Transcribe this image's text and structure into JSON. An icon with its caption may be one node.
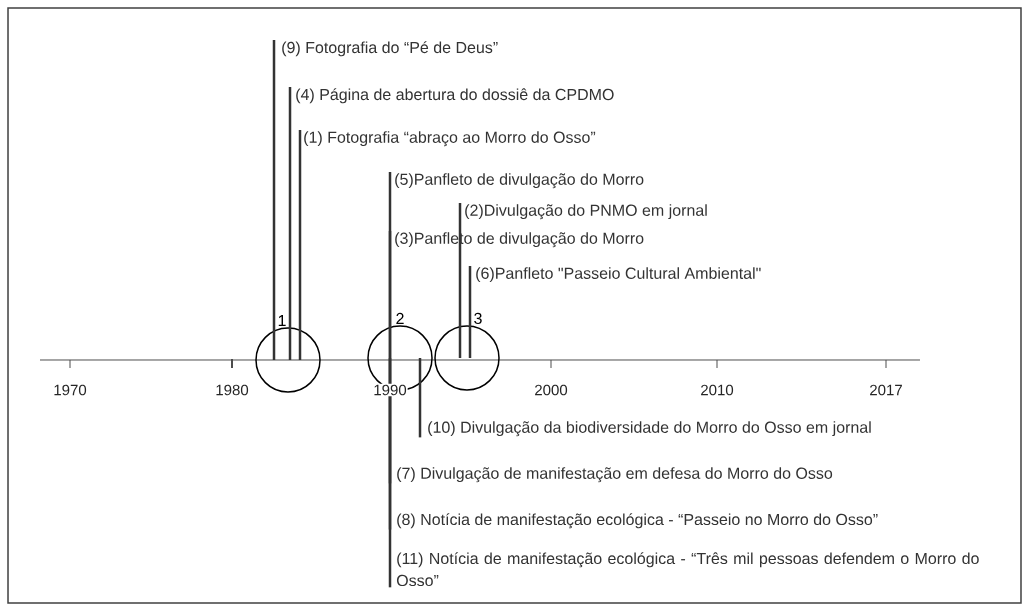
{
  "diagram": {
    "nodes": [
      {
        "text": [
          "(9) Fotografia do “Pé de Deus”"
        ]
      },
      {
        "text": [
          "(4) Página de abertura do dossiê  da CPDMO"
        ]
      },
      {
        "text": [
          "(1) Fotografia “abraço ao Morro do Osso”"
        ]
      },
      {
        "text": [
          "(5)Panfleto de divulgação do Morro"
        ]
      },
      {
        "text": [
          "(2)Divulgação do PNMO em jornal"
        ]
      },
      {
        "text": [
          "(3)Panfleto de divulgação do Morro"
        ]
      },
      {
        "text": [
          "(6)Panfleto \"Passeio Cultural Ambiental\""
        ]
      },
      {
        "text": [
          "1"
        ]
      },
      {
        "text": [
          "2"
        ]
      },
      {
        "text": [
          "3"
        ]
      },
      {
        "text": [
          "(10) Divulgação da biodiversidade do Morro do Osso em jornal"
        ]
      },
      {
        "text": [
          "(7) Divulgação de manifestação em defesa do Morro do Osso"
        ]
      },
      {
        "text": [
          "(8) Notícia de manifestação ecológica - “Passeio no Morro do Osso”"
        ]
      },
      {
        "text": [
          "(11) Notícia de manifestação ecológica - “Três mil pessoas defendem o Morro do Osso”"
        ]
      }
    ],
    "edges": [
      {
        "from": 0,
        "to": 7,
        "arrow": "none"
      },
      {
        "from": 1,
        "to": 7,
        "arrow": "none"
      },
      {
        "from": 2,
        "to": 7,
        "arrow": "none"
      },
      {
        "from": 3,
        "to": 8,
        "arrow": "none"
      },
      {
        "from": 4,
        "to": 9,
        "arrow": "none"
      },
      {
        "from": 5,
        "to": 8,
        "arrow": "none"
      },
      {
        "from": 6,
        "to": 9,
        "arrow": "none"
      },
      {
        "from": 10,
        "to": 8,
        "arrow": "none"
      },
      {
        "from": 11,
        "to": 8,
        "arrow": "none"
      },
      {
        "from": 12,
        "to": 8,
        "arrow": "none"
      },
      {
        "from": 13,
        "to": 8,
        "arrow": "none"
      }
    ],
    "labels": [
      "1970",
      "1980",
      "1990",
      "2000",
      "2010",
      "2017"
    ]
  }
}
